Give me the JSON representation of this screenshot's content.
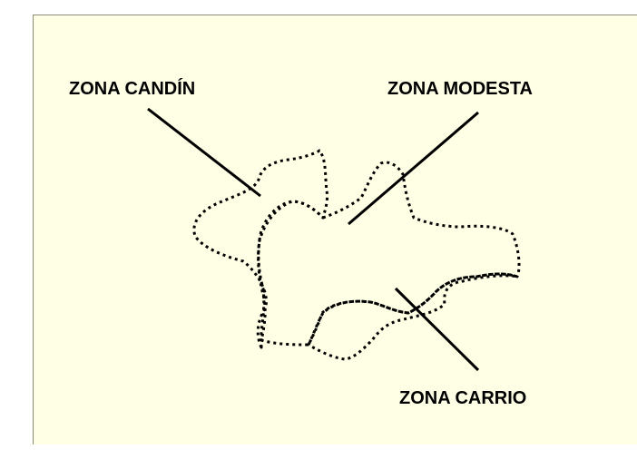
{
  "colors": {
    "slide_background": "#ffffe6",
    "line": "#000000",
    "text": "#000000"
  },
  "labels": {
    "candin": "ZONA CANDÍN",
    "modesta": "ZONA MODESTA",
    "carrio": "ZONA CARRIO"
  }
}
